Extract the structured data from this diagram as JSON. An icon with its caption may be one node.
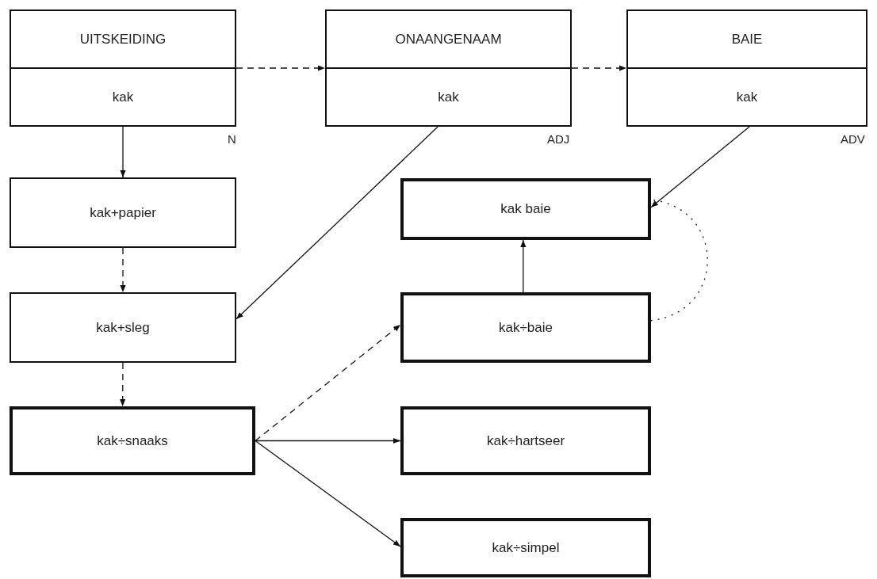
{
  "diagram": {
    "nodes": [
      {
        "text": [
          "UITSKEIDING",
          "kak"
        ],
        "beside": [
          "N"
        ]
      },
      {
        "text": [
          "ONAANGENAAM",
          "kak"
        ],
        "beside": [
          "ADJ"
        ]
      },
      {
        "text": [
          "BAIE",
          "kak"
        ],
        "beside": [
          "ADV"
        ]
      },
      {
        "text": [
          "kak+papier"
        ]
      },
      {
        "text": [
          "kak baie"
        ]
      },
      {
        "text": [
          "kak+sleg"
        ]
      },
      {
        "text": [
          "kak÷baie"
        ]
      },
      {
        "text": [
          "kak÷snaaks"
        ]
      },
      {
        "text": [
          "kak÷hartseer"
        ]
      },
      {
        "text": [
          "kak÷simpel"
        ]
      }
    ],
    "edges": [
      {
        "from": 0,
        "to": 1,
        "arrow": "to",
        "style": "dashed"
      },
      {
        "from": 1,
        "to": 2,
        "arrow": "to",
        "style": "dashed"
      },
      {
        "from": 0,
        "to": 3,
        "arrow": "to"
      },
      {
        "from": 1,
        "to": 5,
        "arrow": "to"
      },
      {
        "from": 2,
        "to": 4,
        "arrow": "to"
      },
      {
        "from": 3,
        "to": 5,
        "arrow": "to",
        "style": "dashed"
      },
      {
        "from": 6,
        "to": 4,
        "arrow": "to"
      },
      {
        "from": 6,
        "to": 4,
        "arrow": "none",
        "style": "dashed"
      },
      {
        "from": 5,
        "to": 7,
        "arrow": "to",
        "style": "dashed"
      },
      {
        "from": 7,
        "to": 6,
        "arrow": "to",
        "style": "dashed"
      },
      {
        "from": 7,
        "to": 8,
        "arrow": "to"
      },
      {
        "from": 7,
        "to": 9,
        "arrow": "to"
      }
    ]
  }
}
